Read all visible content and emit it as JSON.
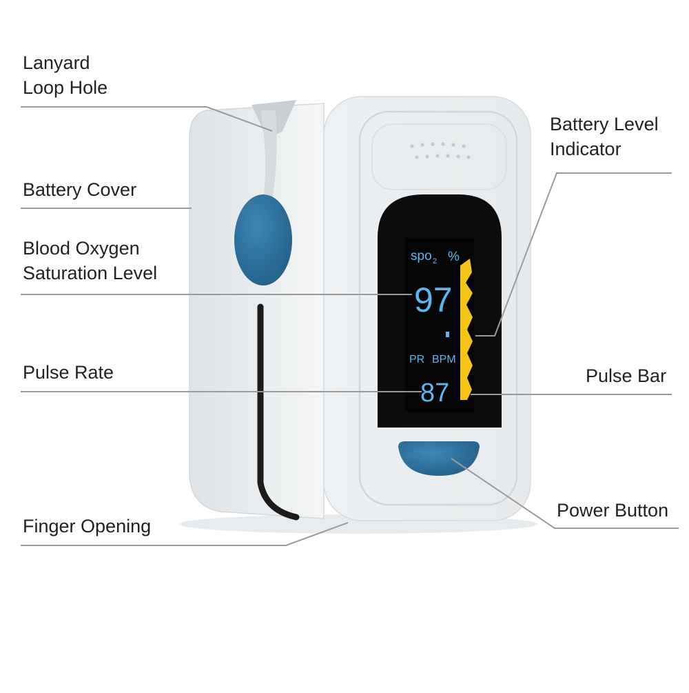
{
  "colors": {
    "accent_blue": "#2e6f9a",
    "screen_cyan": "#5ab8ee",
    "pulse_yellow": "#f5c518",
    "leader_line": "#9a9a9a"
  },
  "labels": {
    "lanyard": {
      "line1": "Lanyard",
      "line2": "Loop Hole"
    },
    "battery_cover": "Battery Cover",
    "spo2_level": {
      "line1": "Blood Oxygen",
      "line2": "Saturation Level"
    },
    "pulse_rate": "Pulse Rate",
    "finger_opening": "Finger Opening",
    "battery_indicator": {
      "line1": "Battery Level",
      "line2": "Indicator"
    },
    "pulse_bar": "Pulse Bar",
    "power_button": "Power Button"
  },
  "display": {
    "spo2_label": "spo",
    "spo2_subscript": "2",
    "spo2_unit": "%",
    "spo2_value": "97",
    "pr_label": "PR",
    "bpm_label": "BPM",
    "pr_value": "87"
  }
}
